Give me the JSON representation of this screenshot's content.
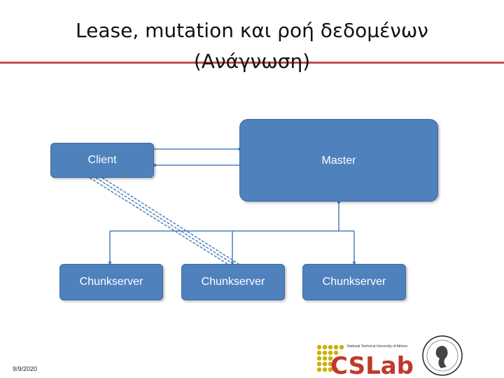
{
  "title": {
    "line1": "Lease, mutation και ροή δεδομένων",
    "line2": "(Ανάγνωση)"
  },
  "nodes": {
    "client": "Client",
    "master": "Master",
    "chunkservers": [
      "Chunkserver",
      "Chunkserver",
      "Chunkserver"
    ]
  },
  "footer": {
    "date": "9/9/2020",
    "logo_text": "CSLab",
    "logo_subtitle": "National Technical University of Athens"
  },
  "colors": {
    "box_fill": "#4f81bd",
    "line": "#4f81bd",
    "accent_bar": "#c0504d",
    "logo_text": "#c0392b"
  }
}
